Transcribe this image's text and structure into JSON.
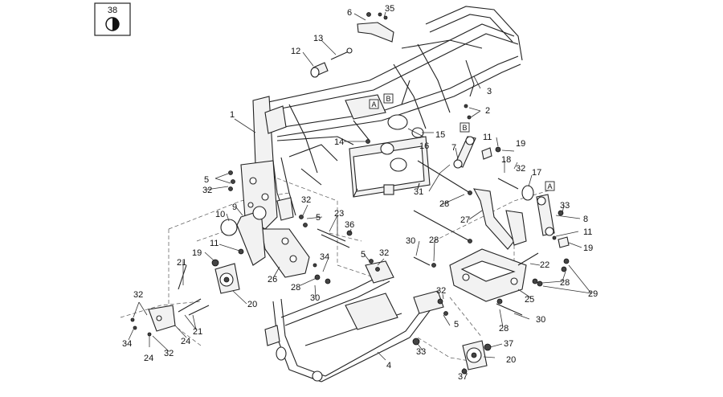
{
  "corner_badge": {
    "number": "38",
    "icon": "thread-locker-icon"
  },
  "callouts": [
    {
      "id": "c1",
      "text": "1"
    },
    {
      "id": "c2",
      "text": "2"
    },
    {
      "id": "c3",
      "text": "3"
    },
    {
      "id": "c4",
      "text": "4"
    },
    {
      "id": "c5a",
      "text": "5"
    },
    {
      "id": "c5b",
      "text": "5"
    },
    {
      "id": "c5c",
      "text": "5"
    },
    {
      "id": "c5d",
      "text": "5"
    },
    {
      "id": "c6",
      "text": "6"
    },
    {
      "id": "c7",
      "text": "7"
    },
    {
      "id": "c8",
      "text": "8"
    },
    {
      "id": "c9",
      "text": "9"
    },
    {
      "id": "c10",
      "text": "10"
    },
    {
      "id": "c11a",
      "text": "11"
    },
    {
      "id": "c11b",
      "text": "11"
    },
    {
      "id": "c11c",
      "text": "11"
    },
    {
      "id": "c12",
      "text": "12"
    },
    {
      "id": "c13",
      "text": "13"
    },
    {
      "id": "c14",
      "text": "14"
    },
    {
      "id": "c15",
      "text": "15"
    },
    {
      "id": "c16",
      "text": "16"
    },
    {
      "id": "c17",
      "text": "17"
    },
    {
      "id": "c18",
      "text": "18"
    },
    {
      "id": "c19a",
      "text": "19"
    },
    {
      "id": "c19b",
      "text": "19"
    },
    {
      "id": "c19c",
      "text": "19"
    },
    {
      "id": "c20a",
      "text": "20"
    },
    {
      "id": "c20b",
      "text": "20"
    },
    {
      "id": "c21a",
      "text": "21"
    },
    {
      "id": "c21b",
      "text": "21"
    },
    {
      "id": "c22",
      "text": "22"
    },
    {
      "id": "c23",
      "text": "23"
    },
    {
      "id": "c24a",
      "text": "24"
    },
    {
      "id": "c24b",
      "text": "24"
    },
    {
      "id": "c25",
      "text": "25"
    },
    {
      "id": "c26",
      "text": "26"
    },
    {
      "id": "c27",
      "text": "27"
    },
    {
      "id": "c28a",
      "text": "28"
    },
    {
      "id": "c28b",
      "text": "28"
    },
    {
      "id": "c28c",
      "text": "28"
    },
    {
      "id": "c28d",
      "text": "28"
    },
    {
      "id": "c28e",
      "text": "28"
    },
    {
      "id": "c29",
      "text": "29"
    },
    {
      "id": "c30a",
      "text": "30"
    },
    {
      "id": "c30b",
      "text": "30"
    },
    {
      "id": "c30c",
      "text": "30"
    },
    {
      "id": "c31",
      "text": "31"
    },
    {
      "id": "c32a",
      "text": "32"
    },
    {
      "id": "c32b",
      "text": "32"
    },
    {
      "id": "c32c",
      "text": "32"
    },
    {
      "id": "c32d",
      "text": "32"
    },
    {
      "id": "c32e",
      "text": "32"
    },
    {
      "id": "c32f",
      "text": "32"
    },
    {
      "id": "c32g",
      "text": "32"
    },
    {
      "id": "c33a",
      "text": "33"
    },
    {
      "id": "c33b",
      "text": "33"
    },
    {
      "id": "c34a",
      "text": "34"
    },
    {
      "id": "c34b",
      "text": "34"
    },
    {
      "id": "c35",
      "text": "35"
    },
    {
      "id": "c36",
      "text": "36"
    },
    {
      "id": "c37a",
      "text": "37"
    },
    {
      "id": "c37b",
      "text": "37"
    }
  ],
  "ref_boxes": [
    {
      "id": "ra1",
      "text": "A"
    },
    {
      "id": "rb1",
      "text": "B"
    },
    {
      "id": "rb2",
      "text": "B"
    },
    {
      "id": "ra2",
      "text": "A"
    }
  ]
}
